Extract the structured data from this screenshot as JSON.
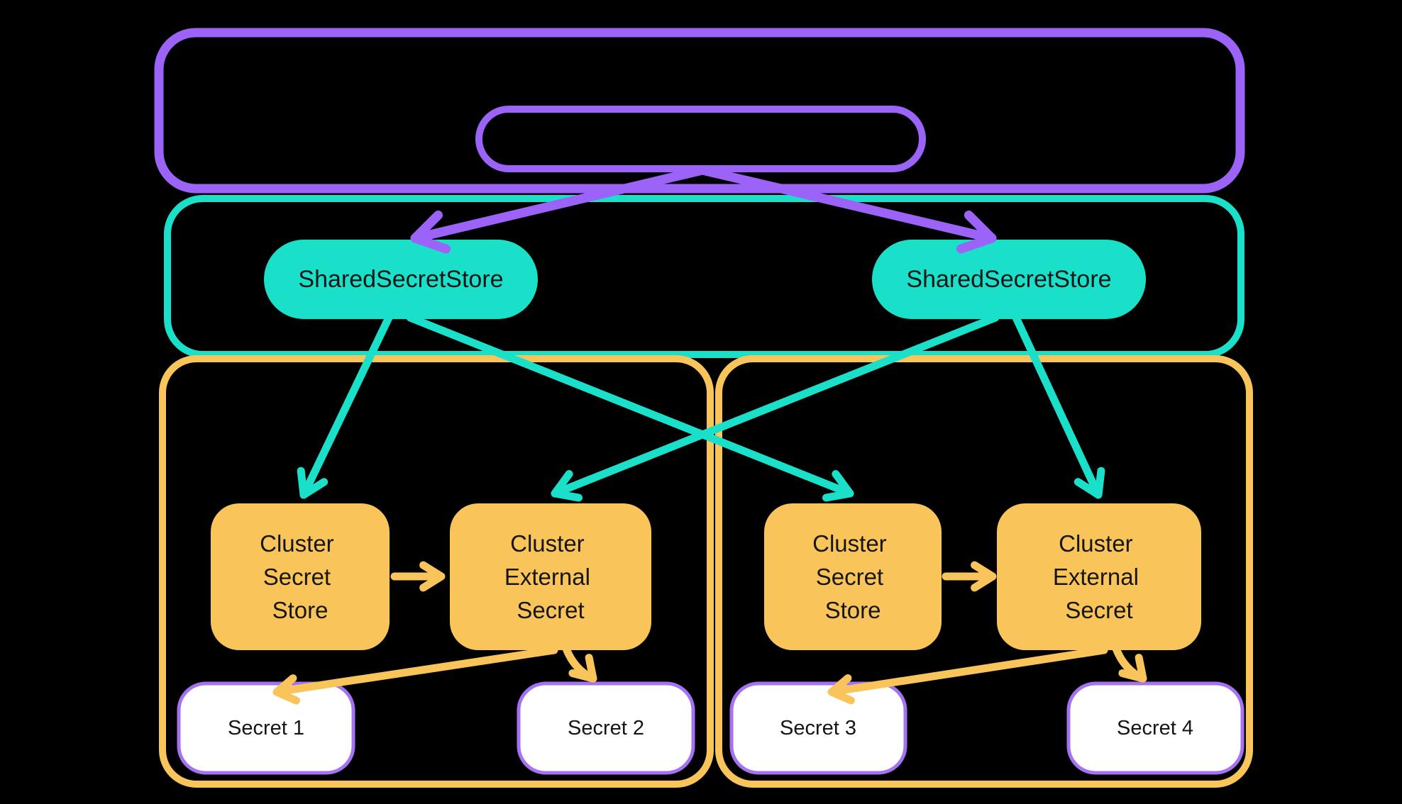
{
  "diagram": {
    "background": "#000000",
    "colors": {
      "purple": "#9B63F7",
      "purple_light": "#A472F2",
      "teal": "#1ADFC9",
      "yellow": "#F9C45A",
      "white": "#FFFFFF",
      "text": "#161616"
    },
    "stores": [
      {
        "label": "SharedSecretStore"
      },
      {
        "label": "SharedSecretStore"
      }
    ],
    "clusters": [
      {
        "boxes": [
          {
            "lines": [
              "Cluster",
              "Secret",
              "Store"
            ]
          },
          {
            "lines": [
              "Cluster",
              "External",
              "Secret"
            ]
          }
        ],
        "secrets": [
          {
            "label": "Secret 1"
          },
          {
            "label": "Secret 2"
          }
        ]
      },
      {
        "boxes": [
          {
            "lines": [
              "Cluster",
              "Secret",
              "Store"
            ]
          },
          {
            "lines": [
              "Cluster",
              "External",
              "Secret"
            ]
          }
        ],
        "secrets": [
          {
            "label": "Secret 3"
          },
          {
            "label": "Secret 4"
          }
        ]
      }
    ]
  }
}
